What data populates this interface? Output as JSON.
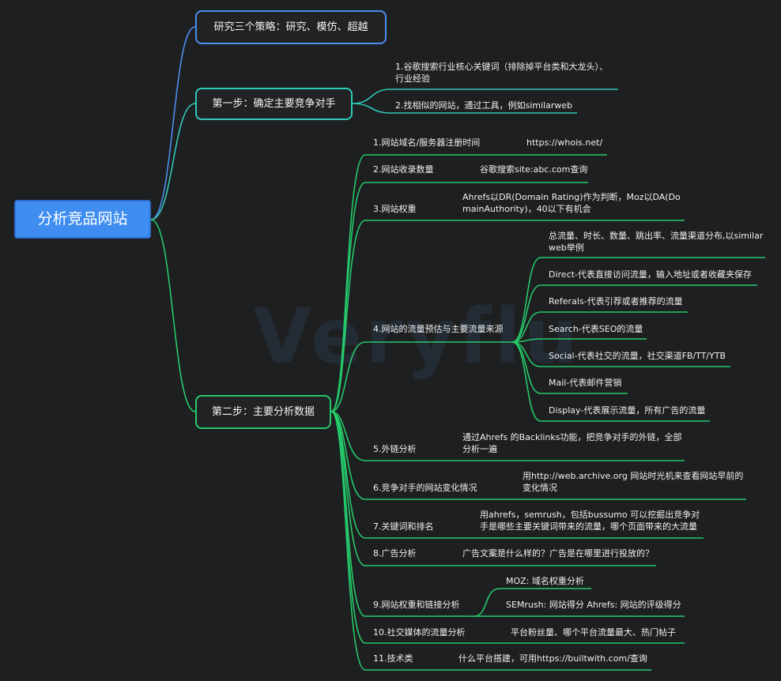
{
  "root": {
    "label": "分析竞品网站"
  },
  "branch0": {
    "label": "研究三个策略：研究、模仿、超越"
  },
  "branch1": {
    "label": "第一步：确定主要竞争对手",
    "items": [
      {
        "line1": "1.谷歌搜索行业核心关键词（排除掉平台类和大龙头）、",
        "line2": "行业经验"
      },
      {
        "line1": "2.找相似的网站，通过工具，例如similarweb"
      }
    ]
  },
  "branch2": {
    "label": "第二步：主要分析数据",
    "items": [
      {
        "label": "1.网站域名/服务器注册时间",
        "detail": "https://whois.net/"
      },
      {
        "label": "2.网站收录数量",
        "detail": "谷歌搜索site:abc.com查询"
      },
      {
        "label": "3.网站权重",
        "detail1": "Ahrefs以DR(Domain Rating)作为判断，Moz以DA(Do",
        "detail2": "mainAuthority)，40以下有机会"
      },
      {
        "label": "4.网站的流量预估与主要流量来源",
        "subs": [
          {
            "line1": "总流量、时长、数量、跳出率、流量渠道分布,以similar",
            "line2": "web举例"
          },
          {
            "line1": "Direct-代表直接访问流量，输入地址或者收藏夹保存"
          },
          {
            "line1": "Referals-代表引荐或者推荐的流量"
          },
          {
            "line1": "Search-代表SEO的流量"
          },
          {
            "line1": "Social-代表社交的流量，社交渠道FB/TT/YTB"
          },
          {
            "line1": "Mail-代表邮件营销"
          },
          {
            "line1": "Display-代表展示流量，所有广告的流量"
          }
        ]
      },
      {
        "label": "5.外链分析",
        "detail1": "通过Ahrefs 的Backlinks功能，把竞争对手的外链，全部",
        "detail2": "分析一遍"
      },
      {
        "label": "6.竞争对手的网站变化情况",
        "detail1": "用http://web.archive.org 网站时光机来查看网站早前的",
        "detail2": "变化情况"
      },
      {
        "label": "7.关键词和排名",
        "detail1": "用ahrefs，semrush，包括bussumo 可以挖掘出竞争对",
        "detail2": "手是哪些主要关键词带来的流量，哪个页面带来的大流量"
      },
      {
        "label": "8.广告分析",
        "detail": "广告文案是什么样的？广告是在哪里进行投放的？"
      },
      {
        "label": "9.网站权重和链接分析",
        "detail_top": "MOZ: 域名权重分析",
        "detail": "SEMrush: 网站得分   Ahrefs: 网站的评级得分"
      },
      {
        "label": "10.社交媒体的流量分析",
        "detail": "平台粉丝量、哪个平台流量最大、热门帖子"
      },
      {
        "label": "11.技术类",
        "detail": "什么平台搭建，可用https://builtwith.com/查询"
      }
    ]
  },
  "watermark": "Veryflu",
  "colors": {
    "blue": "#4d8ef0",
    "teal": "#2fc9b8",
    "green": "#25c96a",
    "background": "#1e1f20"
  }
}
